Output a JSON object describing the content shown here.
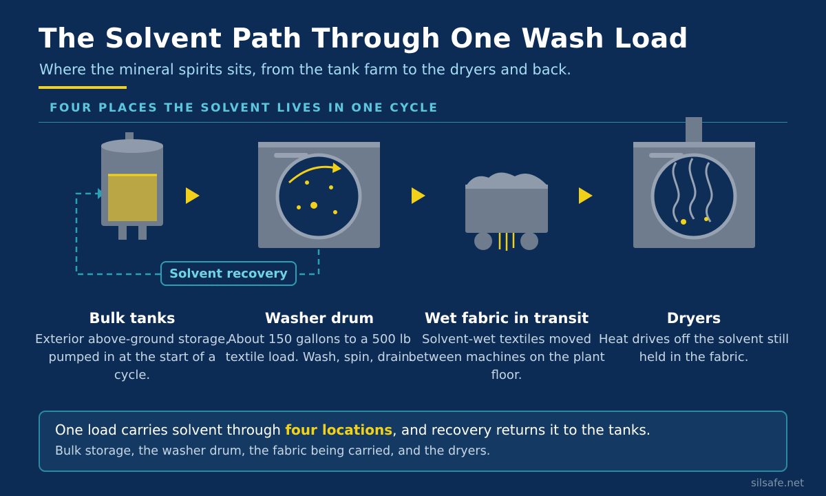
{
  "title": "The Solvent Path Through One Wash Load",
  "subtitle": "Where the mineral spirits sits, from the tank farm to the dryers and back.",
  "section_heading": "FOUR PLACES THE SOLVENT LIVES IN ONE CYCLE",
  "recovery_label": "Solvent recovery",
  "stages": [
    {
      "name": "Bulk tanks",
      "desc": "Exterior above-ground storage, pumped in at the start of a cycle.",
      "icon": "tank-icon"
    },
    {
      "name": "Washer drum",
      "desc": "About 150 gallons to a 500 lb textile load. Wash, spin, drain.",
      "icon": "washer-icon"
    },
    {
      "name": "Wet fabric in transit",
      "desc": "Solvent-wet textiles moved between machines on the plant floor.",
      "icon": "cart-icon"
    },
    {
      "name": "Dryers",
      "desc": "Heat drives off the solvent still held in the fabric.",
      "icon": "dryer-icon"
    }
  ],
  "summary": {
    "main_before": "One load carries solvent through ",
    "main_highlight": "four locations",
    "main_after": ", and recovery returns it to the tanks.",
    "sub": "Bulk storage, the washer drum, the fabric being carried, and the dryers."
  },
  "source": "silsafe.net",
  "colors": {
    "background": "#0d2c55",
    "accent": "#f2d11b",
    "teal": "#5cc6dc",
    "machine": "#6f7c8d"
  }
}
